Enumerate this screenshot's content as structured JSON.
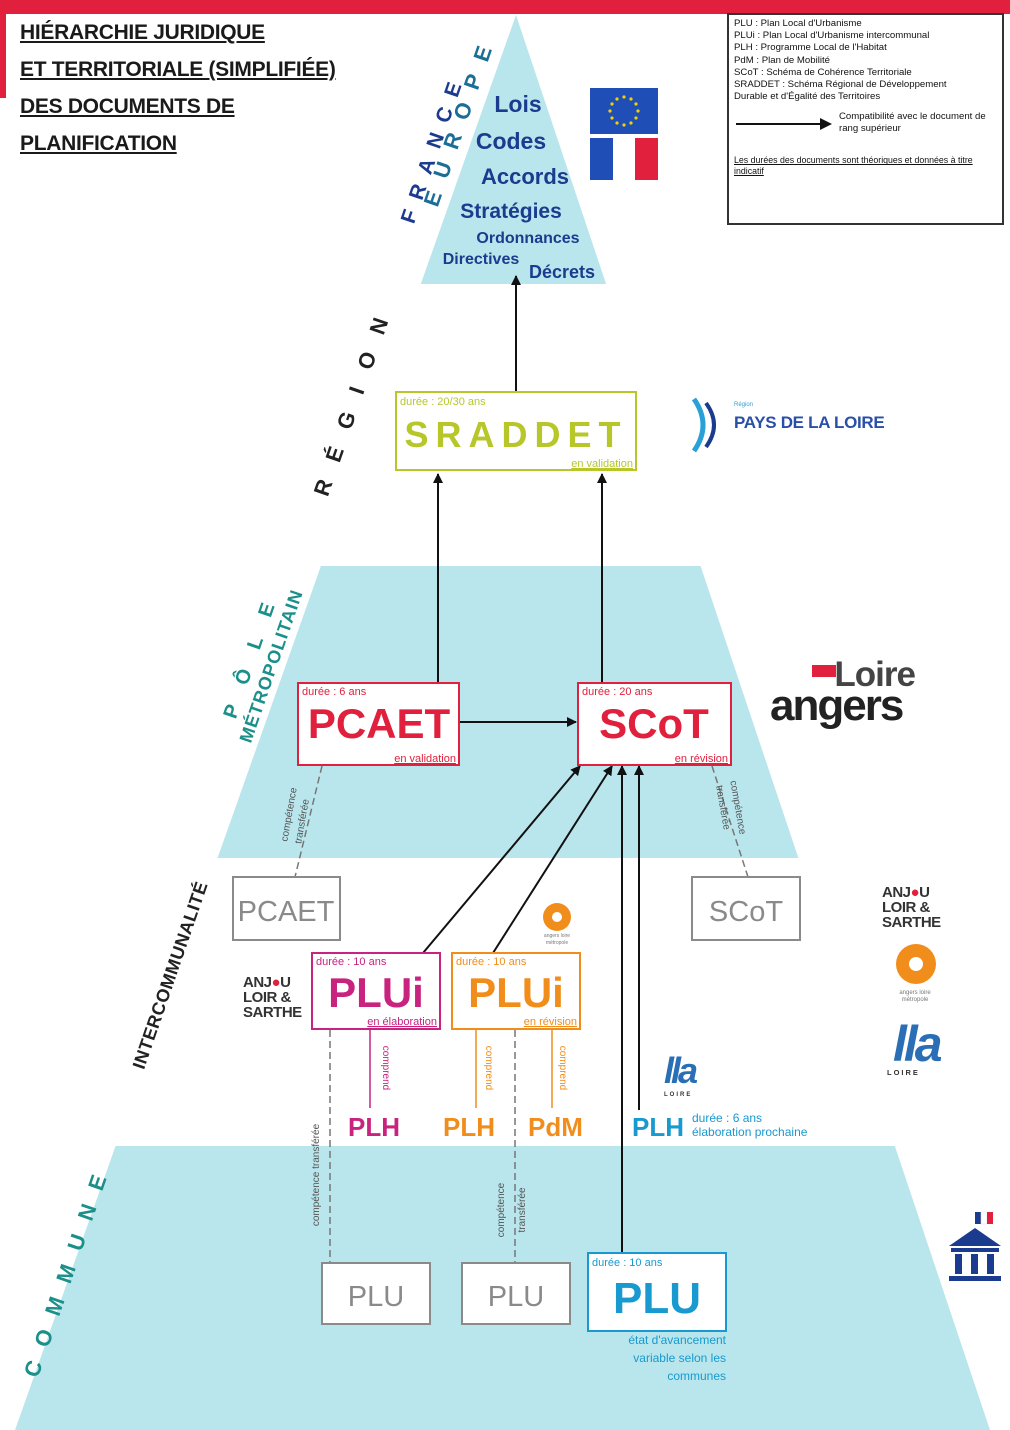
{
  "title": [
    "HIÉRARCHIE JURIDIQUE",
    "ET TERRITORIALE (SIMPLIFIÉE)",
    "DES DOCUMENTS DE",
    "PLANIFICATION"
  ],
  "legend": {
    "abbreviations": [
      "PLU : Plan Local d'Urbanisme",
      "PLUi : Plan Local d'Urbanisme intercommunal",
      "PLH : Programme Local de l'Habitat",
      "PdM : Plan de Mobilité",
      "SCoT : Schéma de Cohérence Territoriale",
      "SRADDET : Schéma Régional de Développement",
      "Durable et d'Égalité des Territoires"
    ],
    "arrow_text": "Compatibilité avec le document de rang supérieur",
    "note": "Les durées des documents sont théoriques et données à titre indicatif"
  },
  "levels": {
    "europe": "EUROPE",
    "france": "FRANCE",
    "region": "RÉGION",
    "pole": "PÔLE",
    "metropolitain": "MÉTROPOLITAIN",
    "intercommunalite": "INTERCOMMUNALITÉ",
    "commune": "COMMUNE"
  },
  "apex_items": [
    "Lois",
    "Codes",
    "Accords",
    "Stratégies",
    "Ordonnances",
    "Directives",
    "Décrets"
  ],
  "boxes": {
    "sraddet": {
      "label": "SRADDET",
      "duration": "durée : 20/30 ans",
      "status": "en validation"
    },
    "pcaet_pole": {
      "label": "PCAET",
      "duration": "durée : 6 ans",
      "status": "en validation"
    },
    "scot_pole": {
      "label": "SCoT",
      "duration": "durée : 20 ans",
      "status": "en révision"
    },
    "pcaet_inter": {
      "label": "PCAET"
    },
    "scot_inter": {
      "label": "SCoT"
    },
    "plui_pink": {
      "label": "PLUi",
      "duration": "durée : 10 ans",
      "status": "en élaboration"
    },
    "plui_orange": {
      "label": "PLUi",
      "duration": "durée : 10 ans",
      "status": "en révision"
    },
    "plu_1": {
      "label": "PLU"
    },
    "plu_2": {
      "label": "PLU"
    },
    "plu_3": {
      "label": "PLU",
      "duration": "durée : 10 ans",
      "status": [
        "état d'avancement",
        "variable selon les",
        "communes"
      ]
    }
  },
  "sub_docs": {
    "plh_pink": "PLH",
    "plh_orange": "PLH",
    "pdm": "PdM",
    "plh_blue": "PLH",
    "plh_blue_duration": "durée : 6 ans",
    "plh_blue_status": "élaboration prochaine"
  },
  "link_labels": {
    "comprend": "comprend",
    "competence_transferee": "compétence transférée",
    "competence": "compétence",
    "transferee": "transférée"
  },
  "logos": {
    "region": "PAYS DE LA LOIRE",
    "region_small": "Région",
    "loire": "Loire",
    "angers": "angers",
    "anjou": [
      "ANJ",
      "U",
      "LOIR &",
      "SARTHE"
    ],
    "alm_caption": [
      "angers loire",
      "métropole"
    ],
    "lla": "lla",
    "lla_sub": "LOIRE"
  },
  "colors": {
    "band": "#b9e6ec",
    "red": "#e0203c",
    "sraddet": "#b7c72a",
    "pink": "#c8237f",
    "orange": "#f18d1b",
    "blue": "#1899cf",
    "navy": "#1b3b8f",
    "grey": "#8a8a8a"
  }
}
